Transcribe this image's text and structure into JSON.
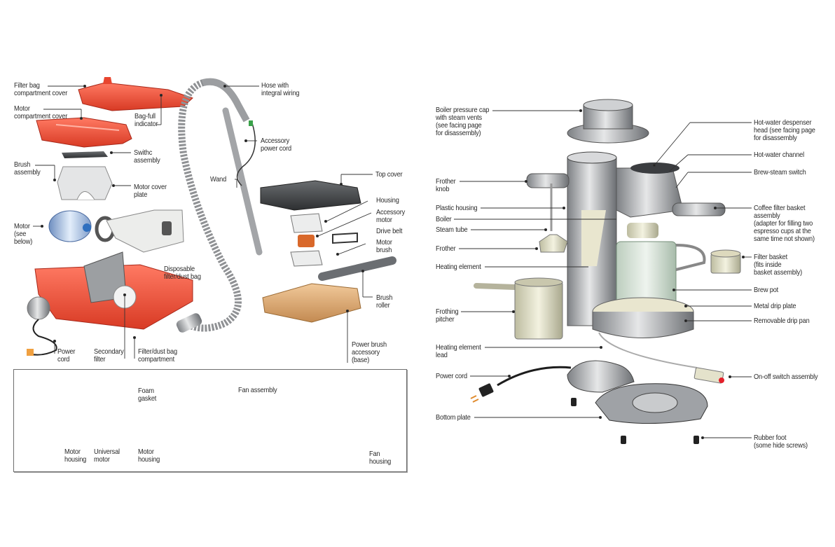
{
  "vacuum": {
    "labels": {
      "filter_bag_cover": "Filter bag\ncompartment cover",
      "motor_compartment_cover": "Motor\ncompartment cover",
      "bag_full_indicator": "Bag-full\nindicator",
      "switch_assembly": "Swithc\nassembly",
      "brush_assembly": "Brush\nassembly",
      "motor_cover_plate": "Motor cover\nplate",
      "motor": "Motor\n(see\nbelow)",
      "disposable_bag": "Disposable\nfilter/dust bag",
      "power_cord": "Power\ncord",
      "secondary_filter": "Secondary\nfilter",
      "dust_bag_compartment": "Filter/dust bag\ncompartment",
      "hose": "Hose with\nintegral wiring",
      "accessory_power_cord": "Accessory\npower cord",
      "wand": "Wand",
      "top_cover": "Top cover",
      "housing": "Housing",
      "accessory_motor": "Accessory\nmotor",
      "drive_belt": "Drive belt",
      "motor_brush": "Motor\nbrush",
      "brush_roller": "Brush\nroller",
      "power_brush_base": "Power brush\naccessory\n(base)"
    },
    "motor_detail": {
      "foam_gasket": "Foam\ngasket",
      "fan_assembly": "Fan assembly",
      "motor_housing_left": "Motor\nhousing",
      "universal_motor": "Universal\nmotor",
      "motor_housing_mid": "Motor\nhousing",
      "fan_housing": "Fan\nhousing"
    }
  },
  "espresso": {
    "labels": {
      "boiler_cap": "Boiler pressure cap\nwith steam vents\n(see facing page\nfor disassembly)",
      "frother_knob": "Frother\nknob",
      "plastic_housing": "Plastic housing",
      "boiler": "Boiler",
      "steam_tube": "Steam tube",
      "frother": "Frother",
      "heating_element": "Heating element",
      "frothing_pitcher": "Frothing\npitcher",
      "heating_element_lead": "Heating element\nlead",
      "power_cord": "Power cord",
      "bottom_plate": "Bottom plate",
      "dispenser_head": "Hot-water despenser\nhead (see facing page\nfor disassembly",
      "hot_water_channel": "Hot-water channel",
      "brew_steam_switch": "Brew-steam switch",
      "filter_basket_assembly": "Coffee filter basket\nassembly\n(adapter for filling two\nespresso cups at the\nsame time not shown)",
      "filter_basket": "Filter basket\n(fits inside\nbasket assembly)",
      "brew_pot": "Brew pot",
      "metal_drip_plate": "Metal drip plate",
      "removable_drip_pan": "Removable drip pan",
      "on_off_switch": "On-off switch assembly",
      "rubber_foot": "Rubber foot\n(some hide screws)"
    }
  },
  "colors": {
    "vacuum_red": "#e8452f",
    "metal_gray": "#9a9c9f",
    "brush_base_tan": "#d9a46b",
    "motor_blue": "#a9c4e6",
    "leader_line": "#333333"
  }
}
